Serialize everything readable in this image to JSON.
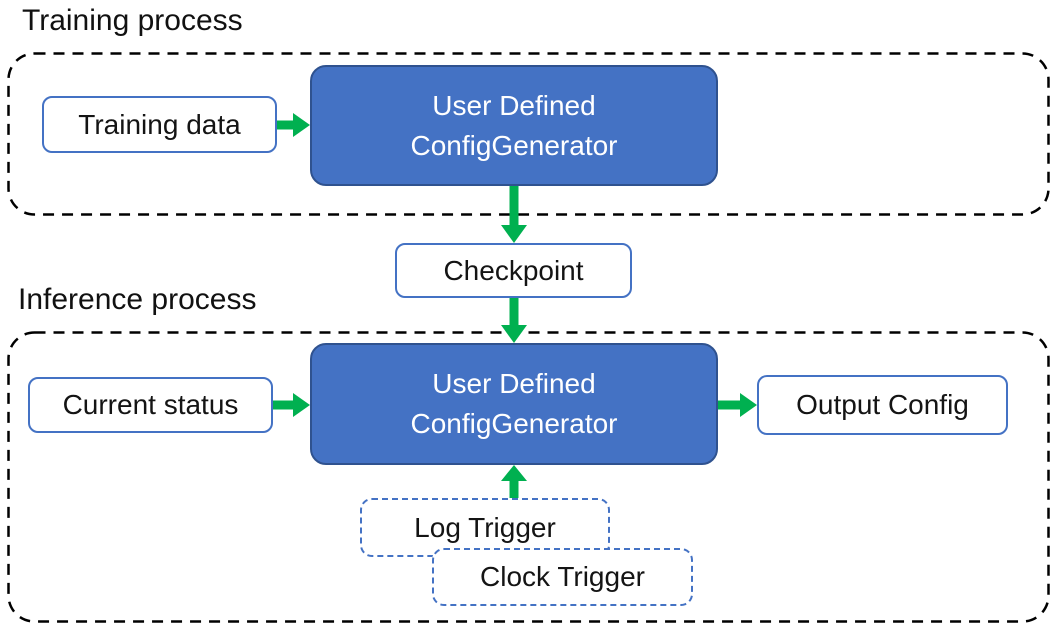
{
  "sections": {
    "training": {
      "label": "Training process",
      "training_data": "Training data",
      "generator": {
        "line1": "User Defined",
        "line2": "ConfigGenerator"
      }
    },
    "checkpoint": "Checkpoint",
    "inference": {
      "label": "Inference process",
      "current_status": "Current status",
      "generator": {
        "line1": "User Defined",
        "line2": "ConfigGenerator"
      },
      "output_config": "Output Config",
      "log_trigger": "Log Trigger",
      "clock_trigger": "Clock Trigger"
    }
  },
  "colors": {
    "generator_fill": "#4472C4",
    "generator_border": "#2F528F",
    "io_box_border": "#4472C4",
    "trigger_box_border": "#4472C4",
    "arrow_green": "#00B050",
    "process_container_border": "#000000",
    "text": "#141414",
    "generator_text": "#FFFFFF"
  }
}
